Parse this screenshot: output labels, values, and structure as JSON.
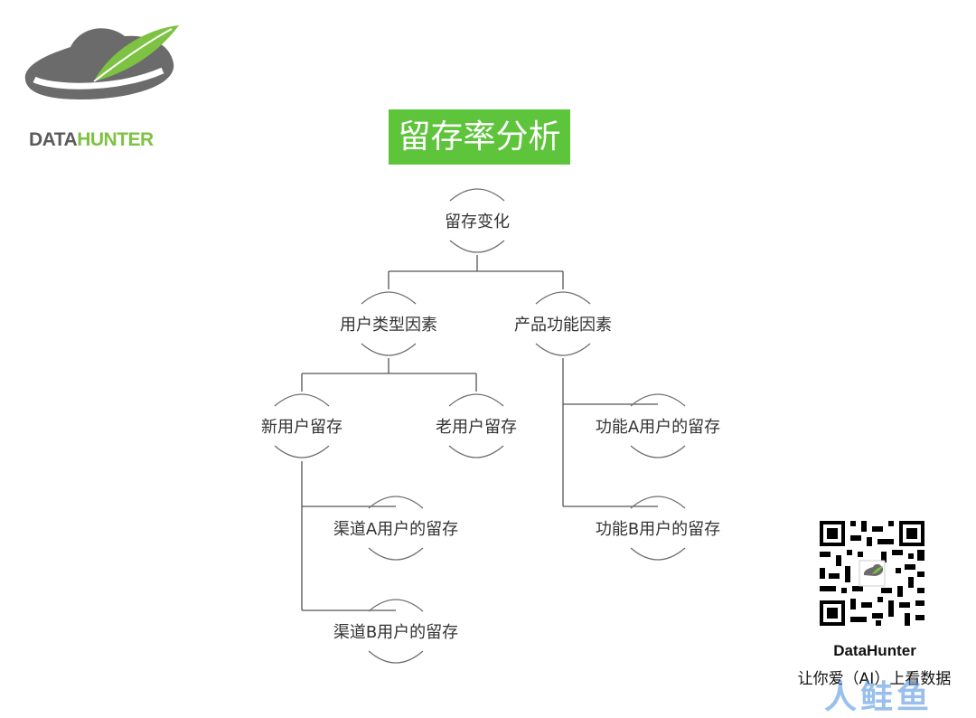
{
  "brand": {
    "logo_data": "DATA",
    "logo_hunter": "HUNTER",
    "colors": {
      "gray": "#6b6b6b",
      "green": "#7dc242",
      "title_bg": "#5dc43b"
    }
  },
  "title": "留存率分析",
  "diagram": {
    "nodes": {
      "root": "留存变化",
      "user_type": "用户类型因素",
      "product": "产品功能因素",
      "new_user": "新用户留存",
      "old_user": "老用户留存",
      "channel_a": "渠道A用户的留存",
      "channel_b": "渠道B用户的留存",
      "feature_a": "功能A用户的留存",
      "feature_b": "功能B用户的留存"
    }
  },
  "qr": {
    "caption": "DataHunter",
    "slogan": "让你爱（AI）上看数据"
  },
  "watermark": "人鲑鱼"
}
